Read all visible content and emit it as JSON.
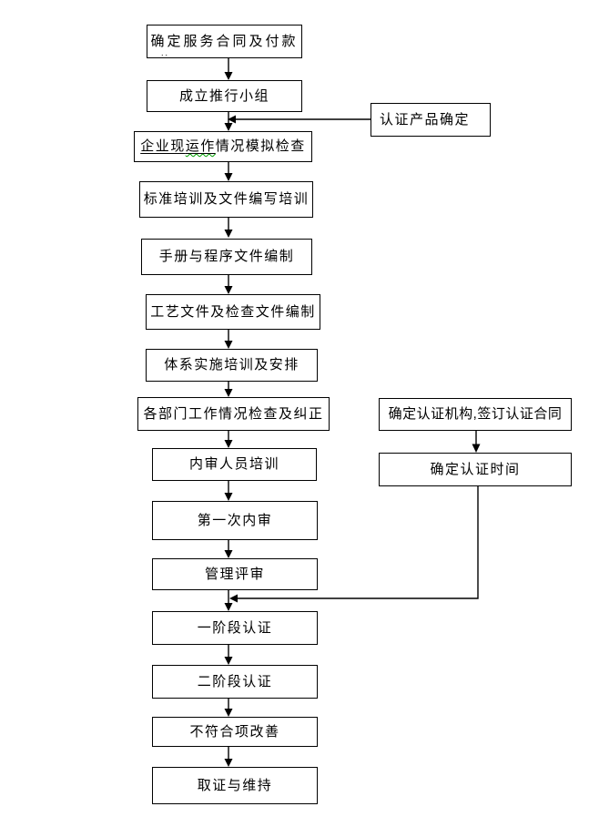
{
  "colors": {
    "line": "#000000",
    "border": "#000000",
    "bg": "#ffffff",
    "text": "#000000",
    "wavy": "#00a000"
  },
  "flow": {
    "boxes": [
      {
        "label": "确定服务合同及付款",
        "mark": ".."
      },
      {
        "label": "成立推行小组"
      },
      {
        "parts": {
          "underlined": "企业现",
          "wavy": "运作",
          "rest": "情况模拟检查"
        }
      },
      {
        "label": "标准培训及文件编写培训"
      },
      {
        "label": "手册与程序文件编制"
      },
      {
        "label": "工艺文件及检查文件编制"
      },
      {
        "label": "体系实施培训及安排"
      },
      {
        "label": "各部门工作情况检查及纠正"
      },
      {
        "label": "内审人员培训"
      },
      {
        "label": "第一次内审"
      },
      {
        "label": "管理评审"
      },
      {
        "label": "一阶段认证"
      },
      {
        "label": "二阶段认证"
      },
      {
        "label": "不符合项改善"
      },
      {
        "label": "取证与维持"
      }
    ],
    "side_boxes": [
      {
        "label": "认证产品确定"
      },
      {
        "label": "确定认证机构,签订认证合同"
      },
      {
        "label": "确定认证时间"
      }
    ],
    "edges": [
      {
        "from": "确定服务合同及付款",
        "to": "成立推行小组"
      },
      {
        "from": "成立推行小组",
        "to": "企业现运作情况模拟检查"
      },
      {
        "from": "认证产品确定",
        "to": "企业现运作情况模拟检查"
      },
      {
        "from": "企业现运作情况模拟检查",
        "to": "标准培训及文件编写培训"
      },
      {
        "from": "标准培训及文件编写培训",
        "to": "手册与程序文件编制"
      },
      {
        "from": "手册与程序文件编制",
        "to": "工艺文件及检查文件编制"
      },
      {
        "from": "工艺文件及检查文件编制",
        "to": "体系实施培训及安排"
      },
      {
        "from": "体系实施培训及安排",
        "to": "各部门工作情况检查及纠正"
      },
      {
        "from": "各部门工作情况检查及纠正",
        "to": "内审人员培训"
      },
      {
        "from": "内审人员培训",
        "to": "第一次内审"
      },
      {
        "from": "第一次内审",
        "to": "管理评审"
      },
      {
        "from": "管理评审",
        "to": "一阶段认证"
      },
      {
        "from": "确定认证机构,签订认证合同",
        "to": "确定认证时间"
      },
      {
        "from": "确定认证时间",
        "to": "一阶段认证"
      },
      {
        "from": "一阶段认证",
        "to": "二阶段认证"
      },
      {
        "from": "二阶段认证",
        "to": "不符合项改善"
      },
      {
        "from": "不符合项改善",
        "to": "取证与维持"
      }
    ]
  }
}
